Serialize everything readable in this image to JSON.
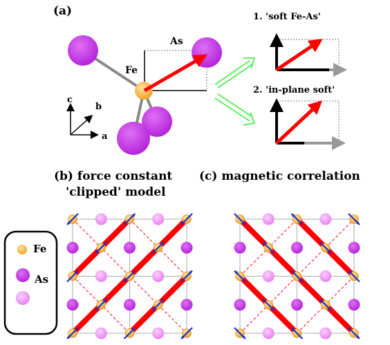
{
  "panel_a": {
    "label": "(a)",
    "fe_label": "Fe",
    "as_label": "As",
    "axes": {
      "c": "c",
      "b": "b",
      "a": "a"
    },
    "option1": "1. 'soft Fe-As'",
    "option2": "2. 'in-plane soft'"
  },
  "panel_b": {
    "caption_line1": "(b) force constant",
    "caption_line2": "'clipped' model"
  },
  "panel_c": {
    "caption": "(c) magnetic correlation"
  },
  "legend": {
    "fe": "Fe",
    "as": "As"
  },
  "colors": {
    "arrow_red": "#ff0000",
    "spin_blue": "#1a2ecc",
    "fe_orange": "#f5a623",
    "as_purple": "#c02ee0",
    "as_pink": "#f08df5",
    "bond_gray": "#888888",
    "green": "#33ee33"
  }
}
